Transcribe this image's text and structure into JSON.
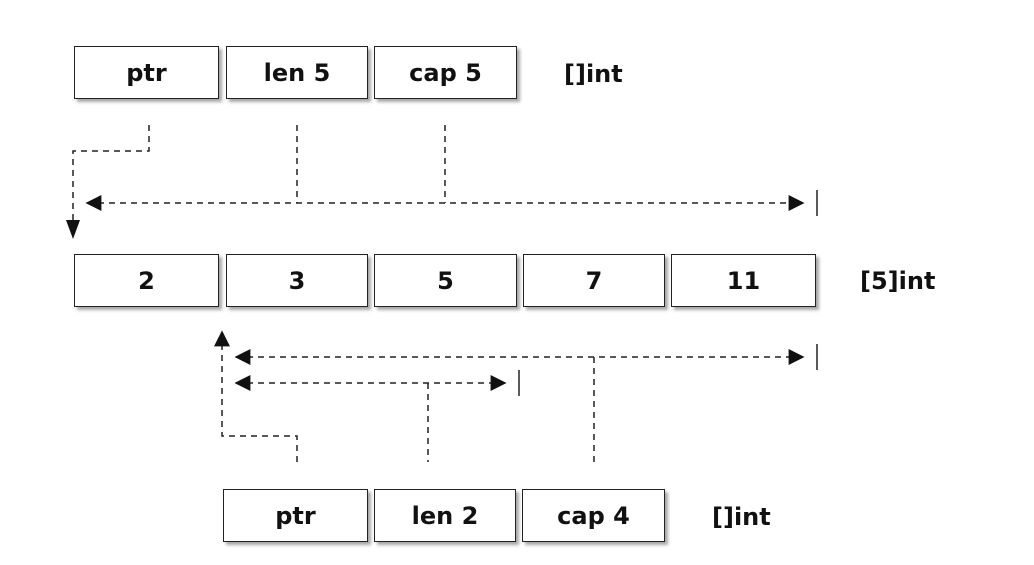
{
  "top_slice": {
    "fields": [
      "ptr",
      "len 5",
      "cap 5"
    ],
    "type_label": "[]int"
  },
  "array": {
    "values": [
      "2",
      "3",
      "5",
      "7",
      "11"
    ],
    "type_label": "[5]int"
  },
  "bottom_slice": {
    "fields": [
      "ptr",
      "len 2",
      "cap 4"
    ],
    "type_label": "[]int"
  }
}
